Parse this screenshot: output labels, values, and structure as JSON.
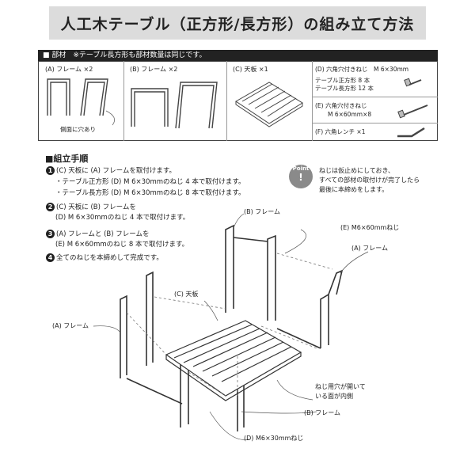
{
  "title": "人工木テーブル（正方形/長方形）の組み立て方法",
  "parts": {
    "header": "■ 部材　※テーブル長方形も部材数量は同じです。",
    "a_frame": "(A) フレーム ×2",
    "a_note": "側面に穴あり",
    "b_frame": "(B) フレーム ×2",
    "c_top": "(C) 天板 ×1",
    "d_screw": "(D) 六角穴付きねじ　M 6×30mm",
    "d_square": "テーブル正方形 8 本",
    "d_rect": "テーブル長方形 12 本",
    "e_screw": "(E) 六角穴付きねじ",
    "e_size": "M 6×60mm×8",
    "f_wrench": "(F) 六角レンチ ×1"
  },
  "steps": {
    "title": "■組立手順",
    "s1": "(C) 天板に (A) フレームを取付けます。",
    "s1a": "・テーブル正方形 (D) M 6×30mmのねじ 4 本で取付けます。",
    "s1b": "・テーブル長方形 (D) M 6×30mmのねじ 8 本で取付けます。",
    "s2a": "(C) 天板に (B) フレームを",
    "s2b": "(D) M 6×30mmのねじ 4 本で取付けます。",
    "s3a": "(A) フレームと (B) フレームを",
    "s3b": "(E) M 6×60mmのねじ 8 本で取付けます。",
    "s4": "全てのねじを本締めして完成です。",
    "nums": [
      "1",
      "2",
      "3",
      "4"
    ]
  },
  "point": {
    "badge": "Point",
    "line1": "ねじは仮止めにしておき、",
    "line2": "すべての部材の取付けが完了したら",
    "line3": "最後に本締めをします。"
  },
  "diagram": {
    "b_frame_top": "(B) フレーム",
    "e_screw": "(E) M6×60mmねじ",
    "a_frame_right": "(A) フレーム",
    "c_top": "(C) 天板",
    "a_frame_left": "(A) フレーム",
    "hole_note1": "ねじ用穴が開いて",
    "hole_note2": "いる面が内側",
    "b_frame_bottom": "(B) フレーム",
    "d_screw": "(D) M6×30mmねじ"
  }
}
